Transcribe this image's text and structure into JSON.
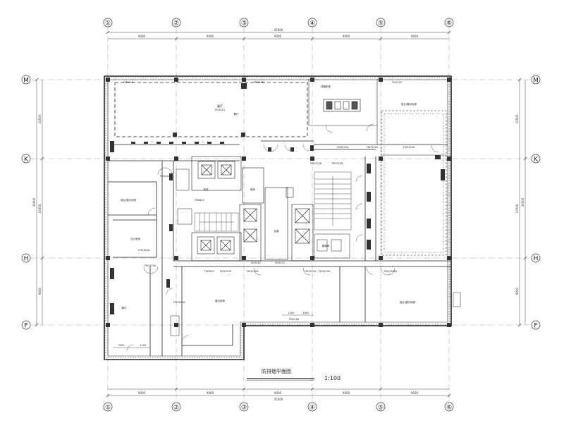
{
  "drawing": {
    "title": "防排烟平面图",
    "scale": "1:100"
  },
  "grid": {
    "columns": [
      "①",
      "②",
      "③",
      "④",
      "⑤",
      "⑥"
    ],
    "rows": [
      "M",
      "K",
      "H",
      "F"
    ],
    "top_dims": [
      "9000",
      "9000",
      "9000",
      "9000",
      "9000"
    ],
    "top_total": "45000",
    "bottom_dims": [
      "9000",
      "9000",
      "9000",
      "9000",
      "9000"
    ],
    "bottom_total": "45000",
    "left_dims": [
      "10500",
      "10500",
      "9000"
    ],
    "left_total": "30000",
    "right_dims": [
      "10500",
      "10500",
      "9000"
    ],
    "right_total": "30000"
  },
  "rooms": {
    "top_hall": "展厅",
    "top_hall_code": "FM1515",
    "top_hall_sub": "展厅",
    "mech_top": "排烟机房",
    "top_right_shop": "商业/展示用房",
    "left_shop": "商业/展示用房",
    "left_office": "办公用房",
    "bottom_center": "展示用房",
    "bottom_left": "展厅",
    "bottom_right": "商业/展示用房",
    "mid_1": "前室",
    "mid_2": "电梯",
    "mid_3": "走道",
    "mid_4": "楼梯间"
  },
  "door_tags": [
    "FM1215",
    "FM1215",
    "FM1215",
    "FM1522A",
    "FM1522A",
    "FM1522A",
    "FM1522A",
    "FM0821",
    "FM0821",
    "FM1022B",
    "FM1022B",
    "FM1522AV",
    "FM1522A",
    "FM1522A",
    "FM1522A",
    "FM1522A",
    "FM1022",
    "FM1022",
    "FM1522A",
    "FM1522A",
    "FM1522A",
    "FM2128"
  ],
  "small_dims": [
    "1200",
    "1650",
    "3300",
    "1200"
  ]
}
